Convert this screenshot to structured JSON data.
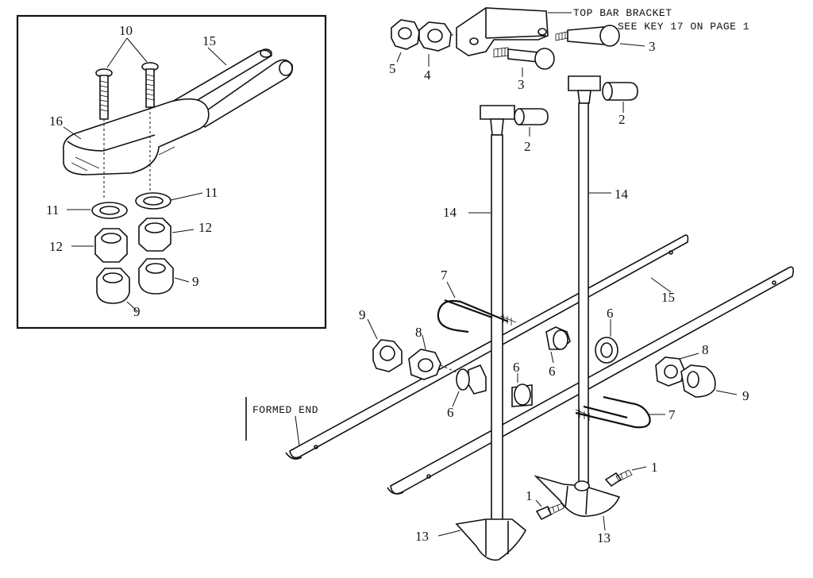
{
  "labels": {
    "top_bar_bracket": "TOP BAR BRACKET",
    "see_key": "SEE KEY 17 ON PAGE 1",
    "formed_end": "FORMED END"
  },
  "callouts": {
    "c1a": "1",
    "c1b": "1",
    "c2a": "2",
    "c2b": "2",
    "c3a": "3",
    "c3b": "3",
    "c4": "4",
    "c5": "5",
    "c6a": "6",
    "c6b": "6",
    "c6c": "6",
    "c6d": "6",
    "c7a": "7",
    "c7b": "7",
    "c8a": "8",
    "c8b": "8",
    "c9a": "9",
    "c9b": "9",
    "c9c": "9",
    "c9d": "9",
    "c10": "10",
    "c11a": "11",
    "c11b": "11",
    "c12a": "12",
    "c12b": "12",
    "c13a": "13",
    "c13b": "13",
    "c14a": "14",
    "c14b": "14",
    "c15a": "15",
    "c15b": "15",
    "c16": "16"
  }
}
